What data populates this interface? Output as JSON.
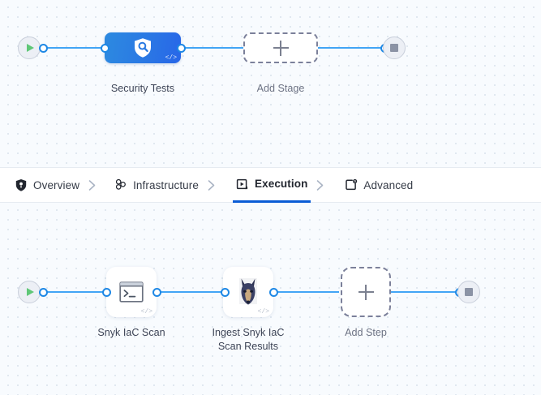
{
  "app": {
    "name": "pipeline-studio-canvas",
    "colors": {
      "accent_blue": "#0b5cd5",
      "wire_blue": "#42a5f5",
      "node_gradient_from": "#2d8ae0",
      "node_gradient_to": "#2866e8",
      "start_green": "#5fc777",
      "stop_gray": "#8b93a5",
      "dashed_border": "#7b809a",
      "canvas_bg": "#f8fbfe",
      "grid_dot": "#d8e2ec"
    }
  },
  "tabs": {
    "items": [
      {
        "label": "Overview",
        "icon": "shield-icon",
        "active": false
      },
      {
        "label": "Infrastructure",
        "icon": "nodes-cluster-icon",
        "active": false
      },
      {
        "label": "Execution",
        "icon": "play-box-icon",
        "active": true
      },
      {
        "label": "Advanced",
        "icon": "gear-box-icon",
        "active": false
      }
    ],
    "separator_icon": "chevron-right-icon"
  },
  "stage_graph": {
    "start_node": {
      "icon": "play-icon",
      "label": ""
    },
    "end_node": {
      "icon": "stop-icon",
      "label": ""
    },
    "stages": [
      {
        "label": "Security Tests",
        "icon": "shield-search-icon",
        "badge": "</>",
        "type": "stage",
        "selected": true
      }
    ],
    "add_stage": {
      "label": "Add Stage",
      "icon": "plus-icon"
    }
  },
  "step_graph": {
    "start_node": {
      "icon": "play-icon",
      "label": ""
    },
    "end_node": {
      "icon": "stop-icon",
      "label": ""
    },
    "steps": [
      {
        "label": "Snyk IaC Scan",
        "icon": "terminal-icon",
        "badge": "</>"
      },
      {
        "label": "Ingest Snyk IaC\nScan Results",
        "icon": "doberman-dog-icon",
        "badge": "</>"
      }
    ],
    "add_step": {
      "label": "Add Step",
      "icon": "plus-icon"
    }
  }
}
